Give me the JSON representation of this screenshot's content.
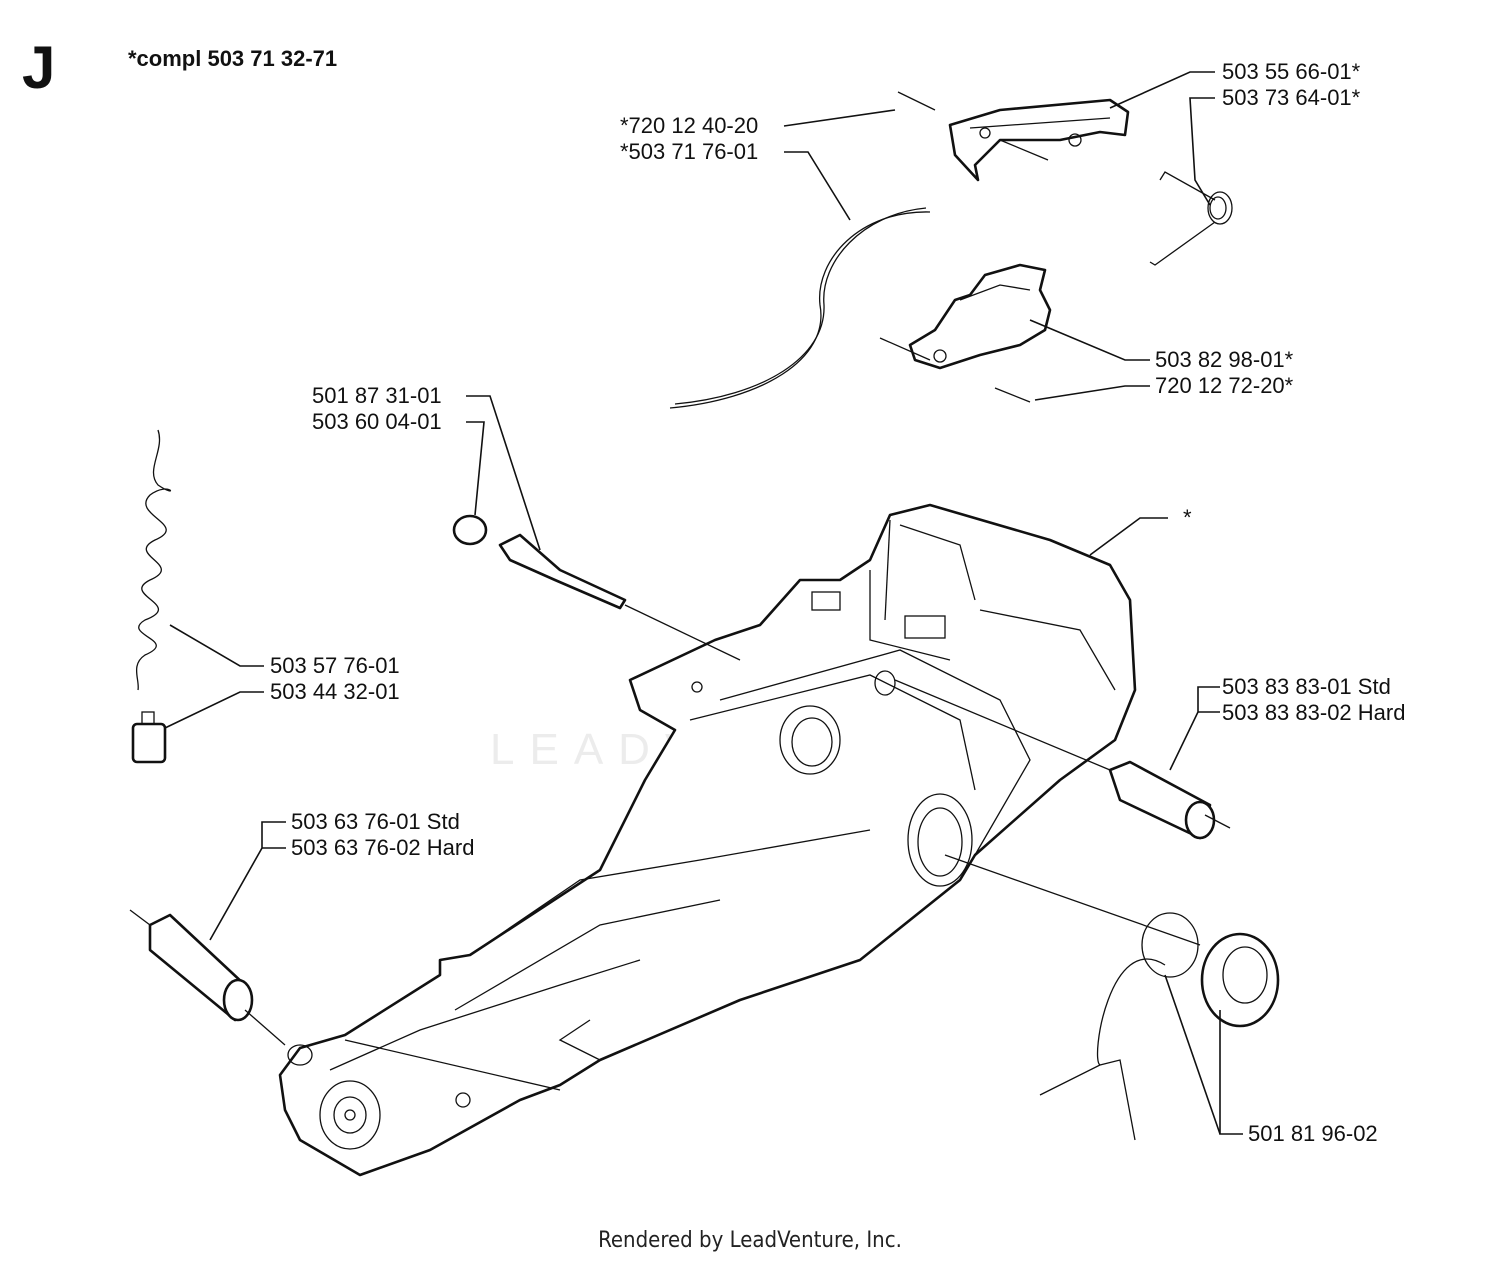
{
  "section": {
    "letter": "J",
    "compl": "*compl 503 71 32-71"
  },
  "labels": [
    {
      "text": "503 55 66-01*"
    },
    {
      "text": "503 73 64-01*"
    },
    {
      "text": "*720 12 40-20"
    },
    {
      "text": "*503 71 76-01"
    },
    {
      "text": "503 82 98-01*"
    },
    {
      "text": "720 12 72-20*"
    },
    {
      "text": "501 87 31-01"
    },
    {
      "text": "503 60 04-01"
    },
    {
      "text": "*"
    },
    {
      "text": "503 57 76-01"
    },
    {
      "text": "503 44 32-01"
    },
    {
      "text": "503 83 83-01 Std"
    },
    {
      "text": "503 83 83-02 Hard"
    },
    {
      "text": "503 63 76-01 Std"
    },
    {
      "text": "503 63 76-02 Hard"
    },
    {
      "text": "501 81 96-02"
    }
  ],
  "watermark": "LEADVENTURE",
  "footer": "Rendered by LeadVenture, Inc."
}
